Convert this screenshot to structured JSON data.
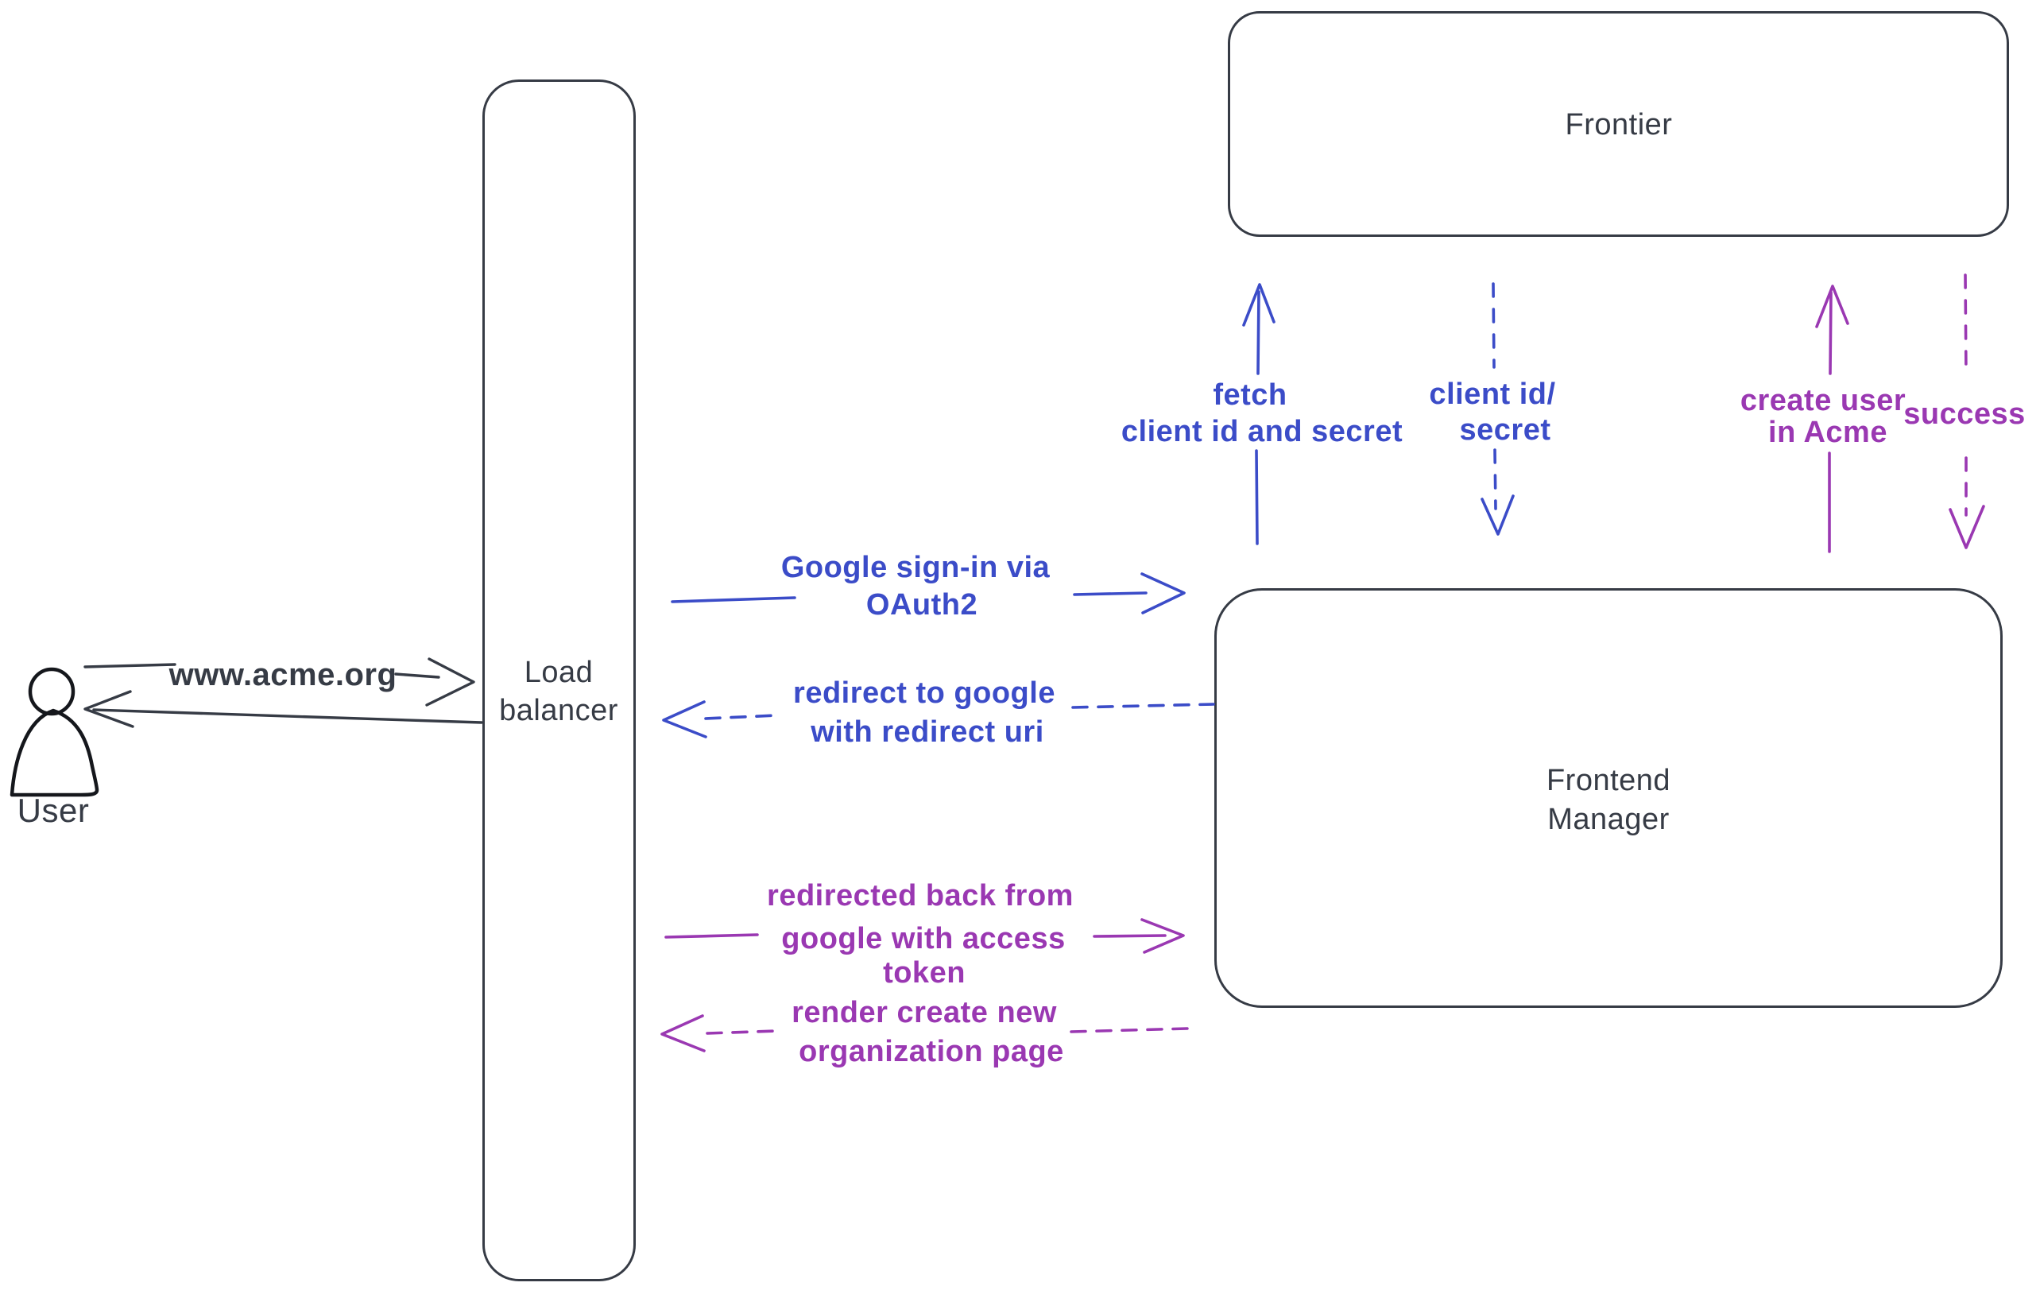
{
  "colors": {
    "stroke_dark": "#363b45",
    "blue": "#3b4cc8",
    "purple": "#9a38b2",
    "hatch_fill": "#ccd4e0"
  },
  "nodes": {
    "user": {
      "label": "User"
    },
    "load_balancer": {
      "line1": "Load",
      "line2": "balancer"
    },
    "frontier": {
      "label": "Frontier"
    },
    "frontend_manager": {
      "line1": "Frontend",
      "line2": "Manager"
    }
  },
  "edges": {
    "acme": {
      "label": "www.acme.org",
      "from": "User",
      "to": "Load balancer",
      "style": "solid",
      "color": "dark"
    },
    "lb_return": {
      "from": "Load balancer",
      "to": "User",
      "style": "solid",
      "color": "dark"
    },
    "signin": {
      "line1": "Google sign-in via",
      "line2": "OAuth2",
      "from": "Load balancer",
      "to": "Frontend Manager",
      "style": "solid",
      "color": "blue"
    },
    "redirect": {
      "line1": "redirect to google",
      "line2": "with redirect uri",
      "from": "Frontend Manager",
      "to": "Load balancer",
      "style": "dashed",
      "color": "blue"
    },
    "fetch": {
      "line1": "fetch",
      "line2": "client id and secret",
      "from": "Frontend Manager",
      "to": "Frontier",
      "style": "solid",
      "color": "blue"
    },
    "client_id": {
      "line1": "client id/",
      "line2": "secret",
      "from": "Frontier",
      "to": "Frontend Manager",
      "style": "dashed",
      "color": "blue"
    },
    "create_user": {
      "line1": "create user",
      "line2": "in Acme",
      "from": "Frontend Manager",
      "to": "Frontier",
      "style": "solid",
      "color": "purple"
    },
    "success": {
      "label": "success",
      "from": "Frontier",
      "to": "Frontend Manager",
      "style": "dashed",
      "color": "purple"
    },
    "redirected_back": {
      "line1": "redirected back from",
      "line2": "google with access",
      "line3": "token",
      "from": "Load balancer",
      "to": "Frontend Manager",
      "style": "solid",
      "color": "purple"
    },
    "render_page": {
      "line1": "render create new",
      "line2": "organization page",
      "from": "Frontend Manager",
      "to": "Load balancer",
      "style": "dashed",
      "color": "purple"
    }
  }
}
